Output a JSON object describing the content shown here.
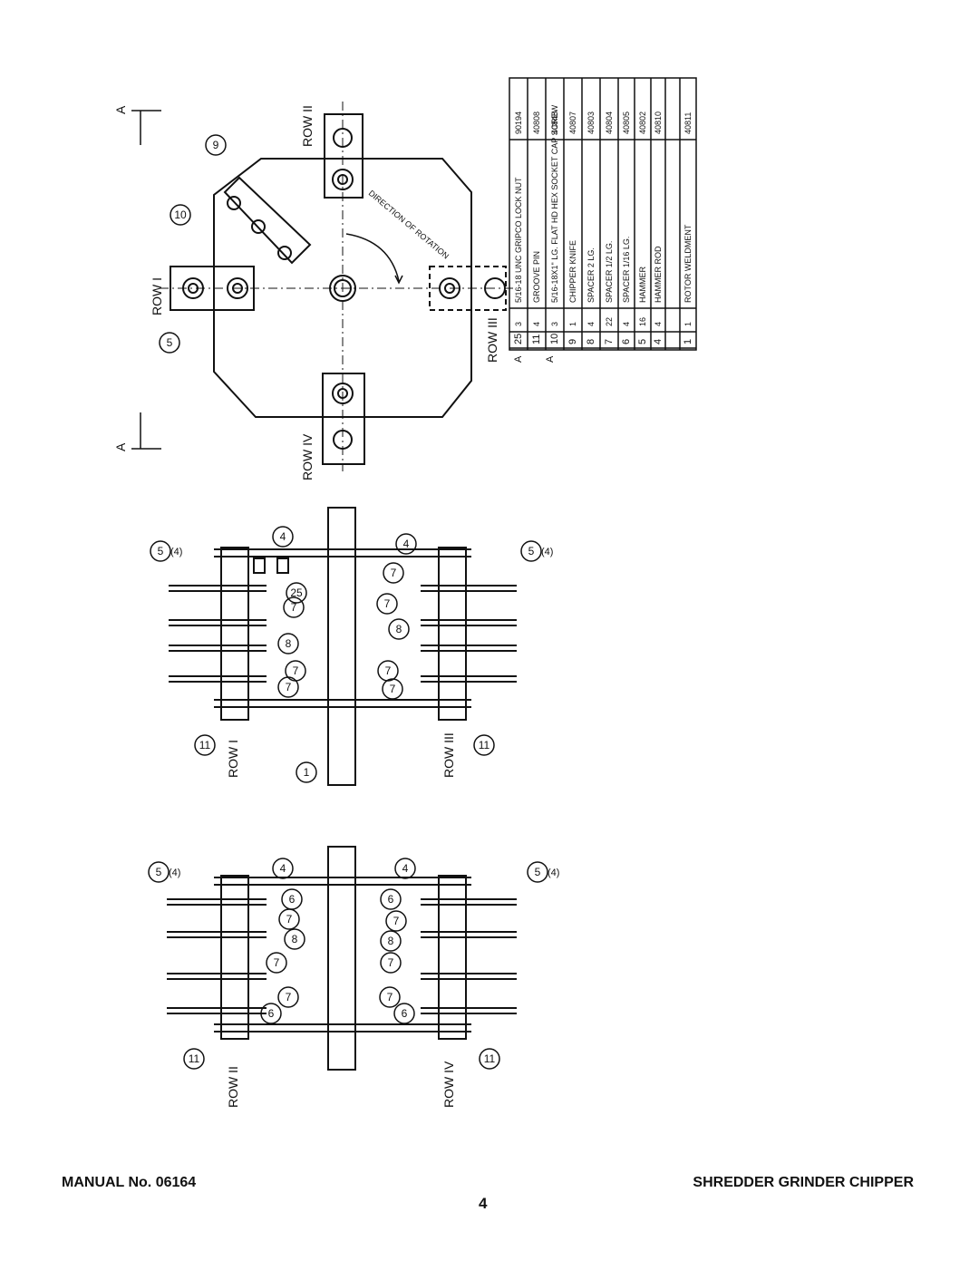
{
  "footer": {
    "manual": "MANUAL No. 06164",
    "title": "SHREDDER GRINDER CHIPPER",
    "page": "4"
  },
  "labels": {
    "row1": "ROW I",
    "row2": "ROW II",
    "row3": "ROW III",
    "row4": "ROW IV",
    "section": "A",
    "rotation": "DIRECTION OF ROTATION",
    "note_a": "A"
  },
  "parts_table": {
    "rows": [
      {
        "ref": "25",
        "qty": "3",
        "desc": "5/16-18 UNC GRIPCO LOCK NUT",
        "part": "90194",
        "note": "A"
      },
      {
        "ref": "11",
        "qty": "4",
        "desc": "GROOVE PIN",
        "part": "40808",
        "note": ""
      },
      {
        "ref": "10",
        "qty": "3",
        "desc": "5/16-18X1\" LG. FLAT HD HEX SOCKET CAP SCREW",
        "part": "40848",
        "note": "A"
      },
      {
        "ref": "9",
        "qty": "1",
        "desc": "CHIPPER KNIFE",
        "part": "40807",
        "note": ""
      },
      {
        "ref": "8",
        "qty": "4",
        "desc": "SPACER 2 LG.",
        "part": "40803",
        "note": ""
      },
      {
        "ref": "7",
        "qty": "22",
        "desc": "SPACER 1/2 LG.",
        "part": "40804",
        "note": ""
      },
      {
        "ref": "6",
        "qty": "4",
        "desc": "SPACER 1/16 LG.",
        "part": "40805",
        "note": ""
      },
      {
        "ref": "5",
        "qty": "16",
        "desc": "HAMMER",
        "part": "40802",
        "note": ""
      },
      {
        "ref": "4",
        "qty": "4",
        "desc": "HAMMER ROD",
        "part": "40810",
        "note": ""
      },
      {
        "ref": "",
        "qty": "",
        "desc": "",
        "part": "",
        "note": ""
      },
      {
        "ref": "1",
        "qty": "1",
        "desc": "ROTOR WELDMENT",
        "part": "40811",
        "note": ""
      }
    ]
  },
  "callouts": {
    "c1": "1",
    "c4": "4",
    "c5": "5",
    "c6": "6",
    "c7": "7",
    "c8": "8",
    "c9": "9",
    "c10": "10",
    "c11": "11",
    "c25": "25",
    "q4": "(4)"
  }
}
